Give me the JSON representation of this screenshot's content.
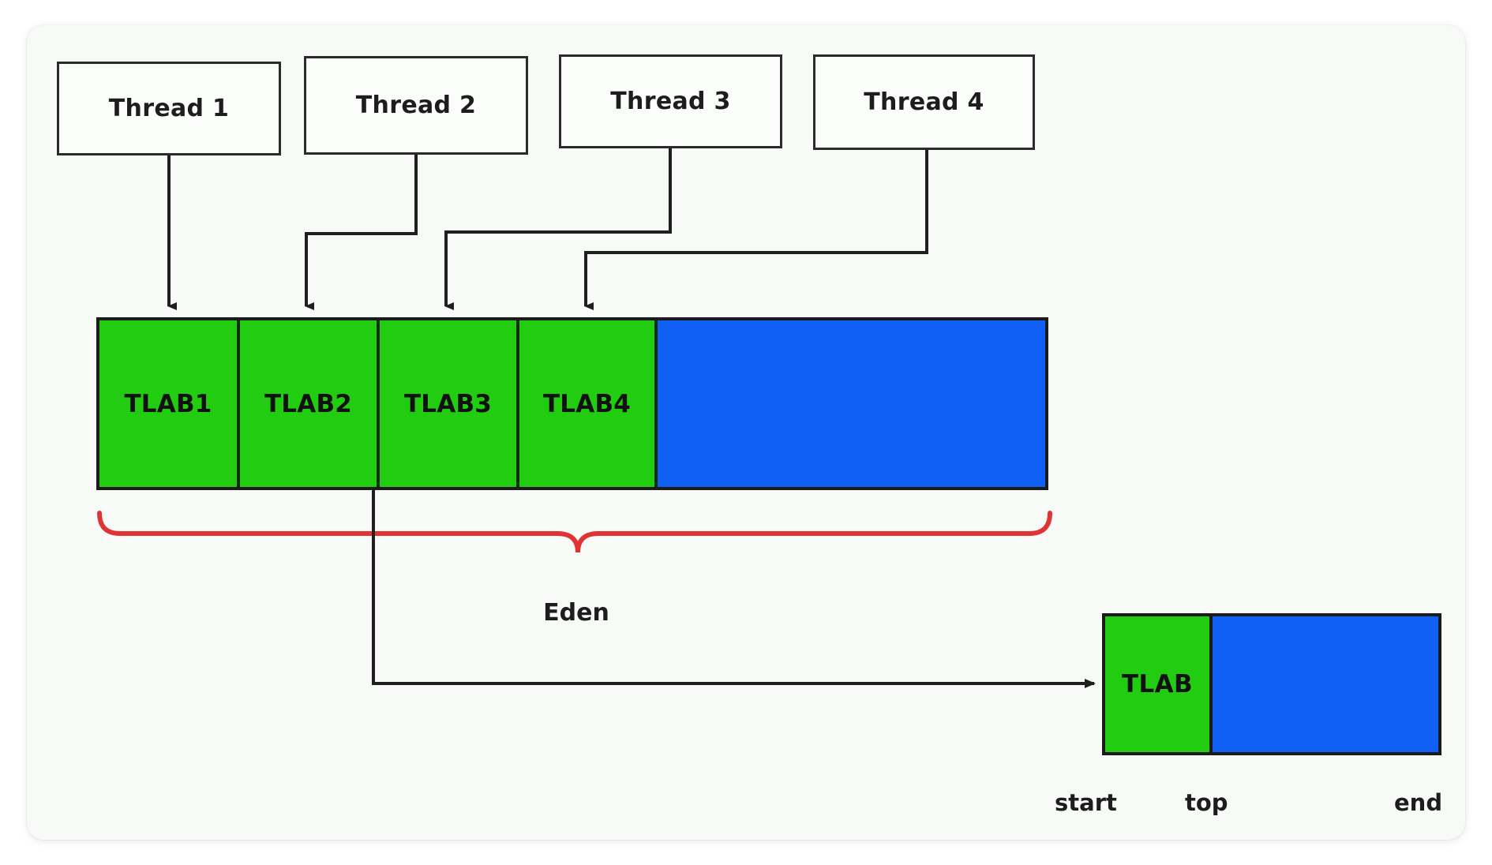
{
  "diagram": {
    "title": "JVM Eden space with Thread Local Allocation Buffers",
    "colors": {
      "allocated_green": "#22cc10",
      "free_blue": "#1060f5",
      "brace_red": "#e03434",
      "stroke_black": "#1b1b1b",
      "card_background": "#f7faf7"
    }
  },
  "threads": [
    {
      "label": "Thread 1"
    },
    {
      "label": "Thread 2"
    },
    {
      "label": "Thread 3"
    },
    {
      "label": "Thread 4"
    }
  ],
  "eden": {
    "caption": "Eden",
    "tlabs": [
      {
        "label": "TLAB1"
      },
      {
        "label": "TLAB2"
      },
      {
        "label": "TLAB3"
      },
      {
        "label": "TLAB4"
      }
    ],
    "free_region_label": ""
  },
  "tlab_detail": {
    "used_label": "TLAB",
    "free_label": "",
    "pointers": [
      {
        "name": "start",
        "label": "start"
      },
      {
        "name": "top",
        "label": "top"
      },
      {
        "name": "end",
        "label": "end"
      }
    ]
  }
}
